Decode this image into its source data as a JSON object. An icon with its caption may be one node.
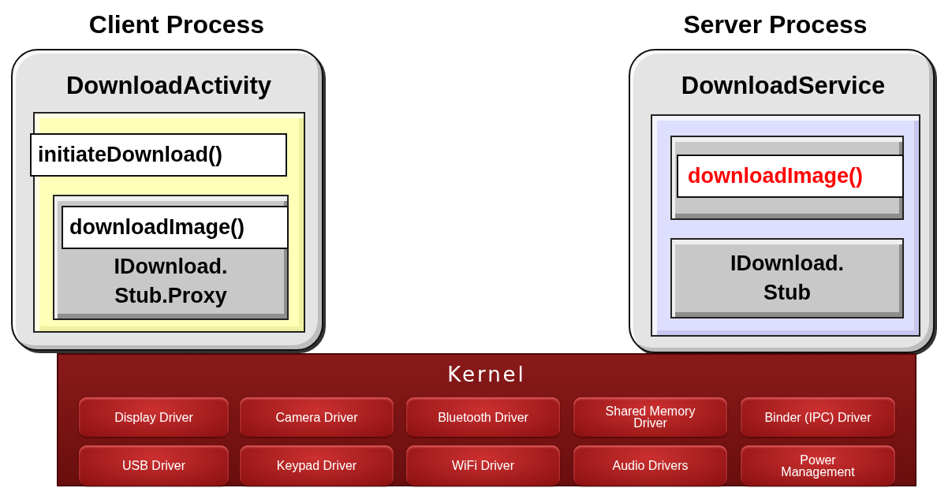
{
  "diagram": {
    "nodes": [
      {
        "text": [
          "Client Process",
          "DownloadActivity"
        ]
      },
      {
        "text": [],
        "shape": "box",
        "in": 0
      },
      {
        "text": [
          "initiateDownload()"
        ],
        "in": 1
      },
      {
        "text": [
          "IDownload. Stub.Proxy"
        ],
        "in": 1
      },
      {
        "text": [
          "downloadImage()"
        ],
        "in": 3
      },
      {
        "text": [
          "Server Process",
          "DownloadService"
        ]
      },
      {
        "text": [],
        "shape": "box",
        "in": 5
      },
      {
        "text": [],
        "shape": "box",
        "in": 6
      },
      {
        "text": [
          "downloadImage()"
        ],
        "in": 7
      },
      {
        "text": [
          "IDownload. Stub"
        ],
        "in": 6
      },
      {
        "text": [
          "Kernel"
        ]
      },
      {
        "text": [
          "Display Driver"
        ],
        "in": 10
      },
      {
        "text": [
          "Camera Driver"
        ],
        "in": 10
      },
      {
        "text": [
          "Bluetooth Driver"
        ],
        "in": 10
      },
      {
        "text": [
          "Shared Memory Driver"
        ],
        "in": 10
      },
      {
        "text": [
          "Binder (IPC) Driver"
        ],
        "in": 10
      },
      {
        "text": [
          "USB Driver"
        ],
        "in": 10
      },
      {
        "text": [
          "Keypad Driver"
        ],
        "in": 10
      },
      {
        "text": [
          "WiFi Driver"
        ],
        "in": 10
      },
      {
        "text": [
          "Audio Drivers"
        ],
        "in": 10
      },
      {
        "text": [
          "Power Management"
        ],
        "in": 10
      }
    ]
  }
}
